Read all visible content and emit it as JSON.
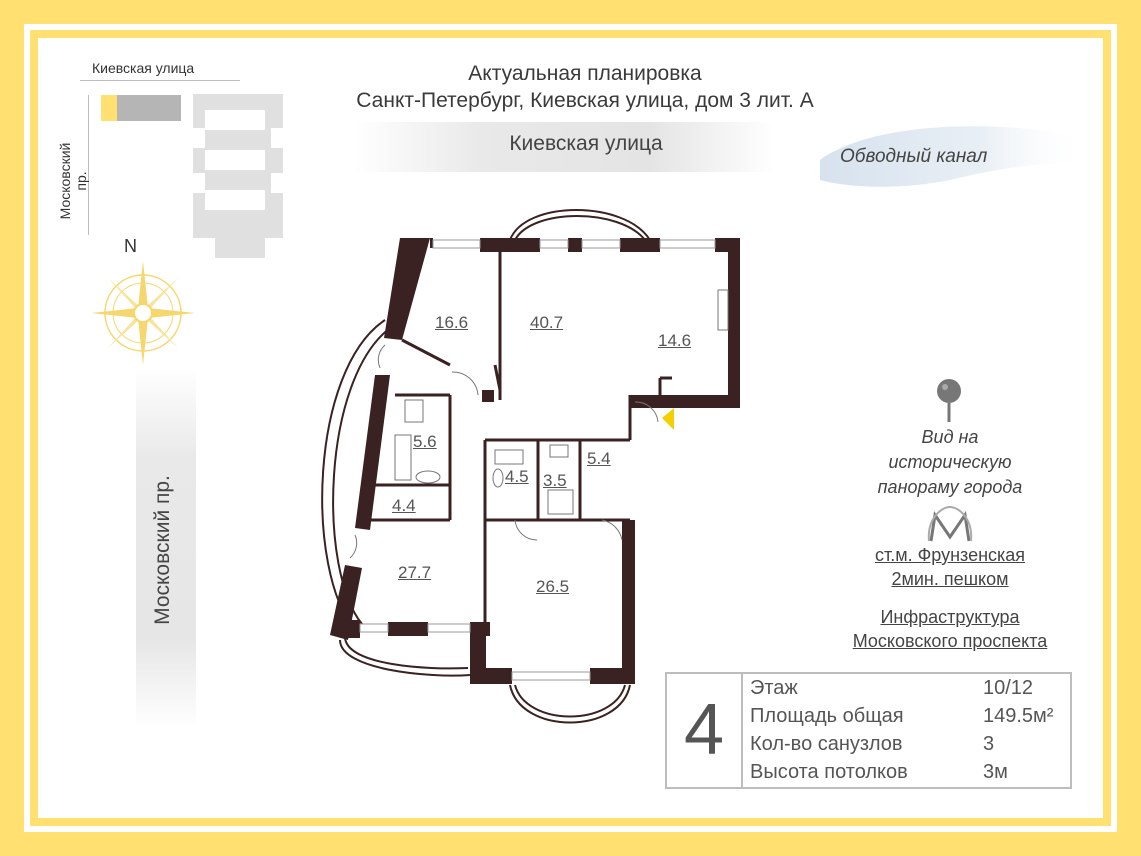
{
  "header": {
    "title_line1": "Актуальная планировка",
    "title_line2": "Санкт-Петербург, Киевская улица, дом 3 лит. А"
  },
  "streets": {
    "kievskaya": "Киевская улица",
    "obvodny": "Обводный канал",
    "moskovsky": "Московский пр."
  },
  "minimap": {
    "street_top": "Киевская улица",
    "street_side": "Московский пр.",
    "highlight_color": "#ffe070"
  },
  "compass": {
    "north_label": "N",
    "color": "#f5d76e"
  },
  "rooms": [
    {
      "id": "r1",
      "area": "16.6"
    },
    {
      "id": "r2",
      "area": "40.7"
    },
    {
      "id": "r3",
      "area": "14.6"
    },
    {
      "id": "r4",
      "area": "5.6"
    },
    {
      "id": "r5",
      "area": "4.4"
    },
    {
      "id": "r6",
      "area": "4.5"
    },
    {
      "id": "r7",
      "area": "3.5"
    },
    {
      "id": "r8",
      "area": "5.4"
    },
    {
      "id": "r9",
      "area": "27.7"
    },
    {
      "id": "r10",
      "area": "26.5"
    }
  ],
  "sidebar": {
    "panorama": [
      "Вид на",
      "историческую",
      "панораму города"
    ],
    "metro": [
      "ст.м. Фрунзенская",
      "2мин. пешком"
    ],
    "infra": [
      "Инфраструктура",
      "Московского проспекта"
    ],
    "pin_icon": "location-pin-icon",
    "metro_icon": "metro-logo-icon"
  },
  "info": {
    "apartment_number": "4",
    "rows": [
      {
        "label": "Этаж",
        "value": "10/12"
      },
      {
        "label": "Площадь общая",
        "value": "149.5м²"
      },
      {
        "label": "Кол-во санузлов",
        "value": "3"
      },
      {
        "label": "Высота потолков",
        "value": "3м"
      }
    ]
  },
  "colors": {
    "frame": "#ffe070",
    "wall": "#3a2222",
    "accent": "#f5d000"
  }
}
